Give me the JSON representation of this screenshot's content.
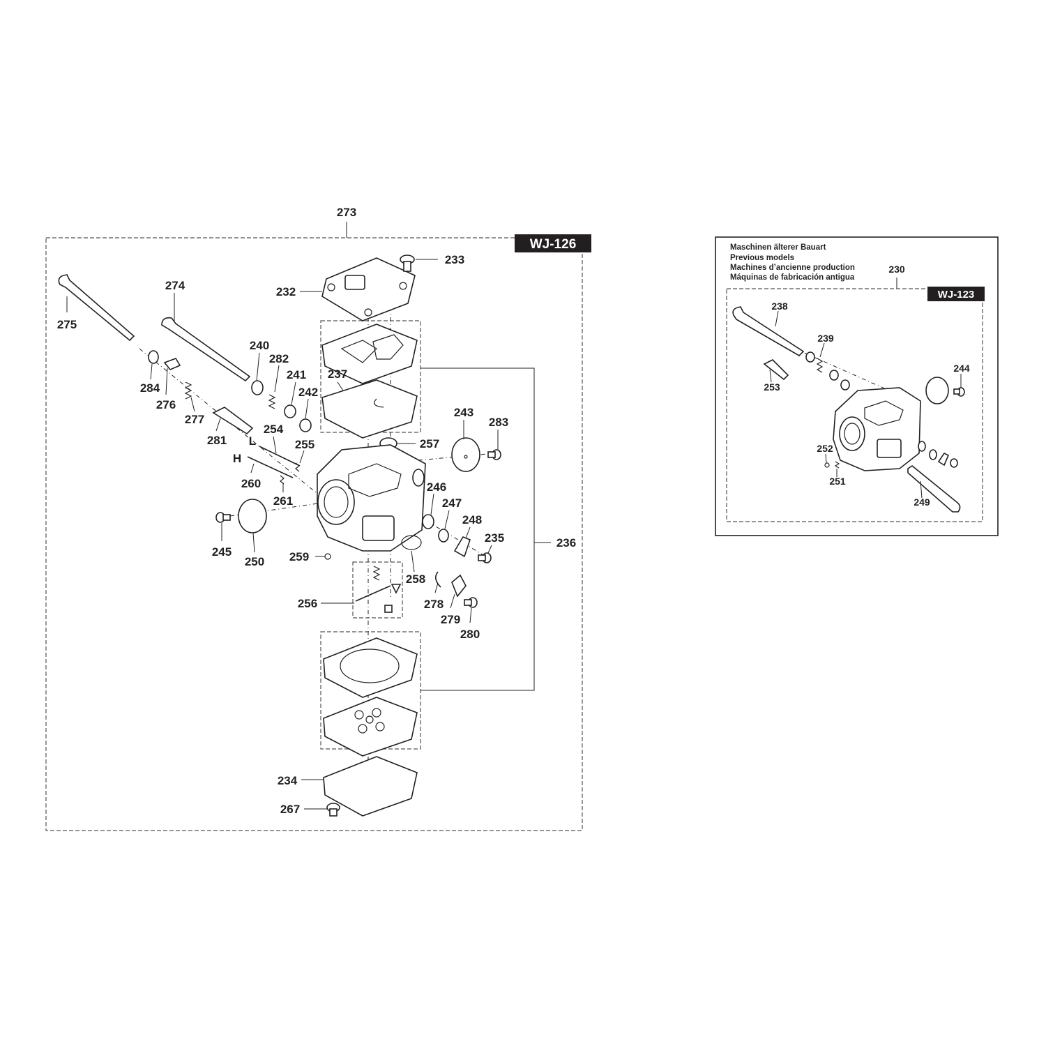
{
  "main_panel": {
    "tag": "WJ-126",
    "assembly_number": "273",
    "kit_number": "236",
    "callouts": [
      "232",
      "233",
      "237",
      "257",
      "243",
      "283",
      "246",
      "247",
      "248",
      "235",
      "259",
      "258",
      "256",
      "278",
      "279",
      "280",
      "234",
      "267",
      "275",
      "274",
      "284",
      "276",
      "277",
      "240",
      "282",
      "241",
      "242",
      "281",
      "254",
      "255",
      "260",
      "261",
      "245",
      "250"
    ],
    "adjust_letters": [
      "L",
      "H"
    ]
  },
  "inset_panel": {
    "note_lines": [
      "Maschinen älterer Bauart",
      "Previous models",
      "Machines d’ancienne production",
      "Máquinas de fabricación antigua"
    ],
    "assembly_number": "230",
    "tag": "WJ-123",
    "callouts": [
      "238",
      "239",
      "244",
      "253",
      "252",
      "251",
      "249"
    ]
  },
  "icons": [
    "carburetor-body-icon",
    "gasket-icon",
    "diaphragm-icon",
    "screw-icon",
    "spring-icon",
    "shaft-icon",
    "washer-icon",
    "throttle-disc-icon",
    "needle-icon"
  ]
}
